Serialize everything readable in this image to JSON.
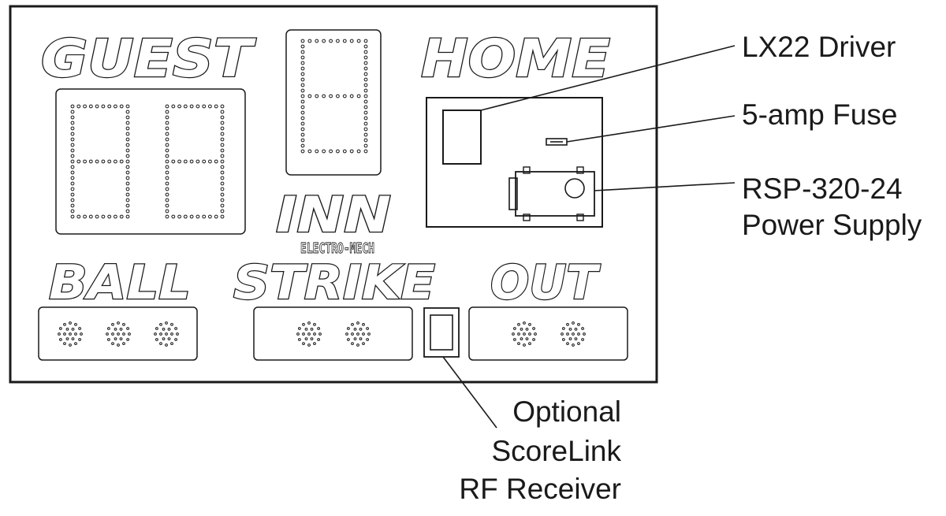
{
  "scoreboard": {
    "labels": {
      "guest": "GUEST",
      "home": "HOME",
      "inning": "INN",
      "ball": "BALL",
      "strike": "STRIKE",
      "out": "OUT"
    },
    "brand_logo_text": "ELECTRO-MECH",
    "indicators": {
      "ball": 3,
      "strike": 2,
      "out": 2
    }
  },
  "callouts": {
    "driver": "LX22 Driver",
    "fuse": "5-amp Fuse",
    "power_supply_line1": "RSP-320-24",
    "power_supply_line2": "Power Supply",
    "receiver_line1": "Optional",
    "receiver_line2": "ScoreLink",
    "receiver_line3": "RF Receiver"
  }
}
